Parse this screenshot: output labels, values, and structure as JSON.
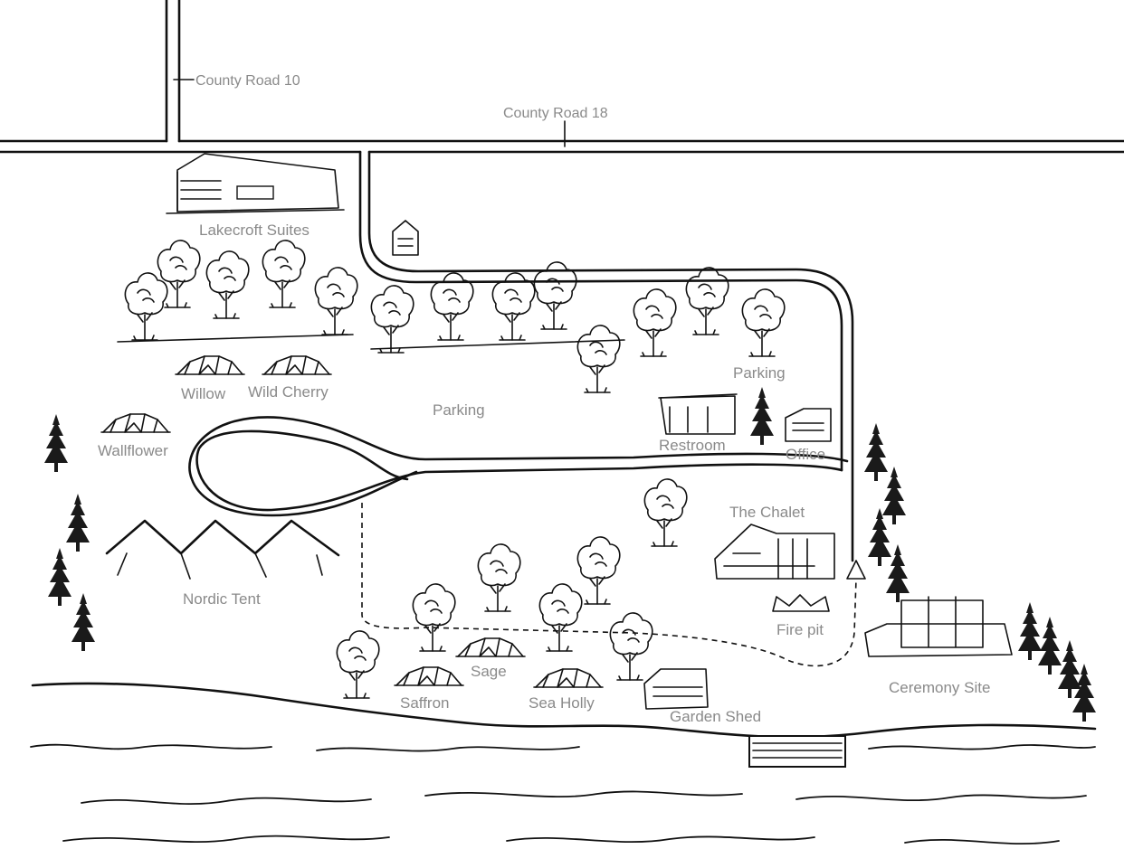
{
  "map": {
    "roads": {
      "county_road_10": "County Road 10",
      "county_road_18": "County Road 18"
    },
    "places": {
      "lakecroft_suites": "Lakecroft Suites",
      "willow": "Willow",
      "wild_cherry": "Wild Cherry",
      "parking_center": "Parking",
      "parking_right": "Parking",
      "wallflower": "Wallflower",
      "restroom": "Restroom",
      "office": "Office",
      "the_chalet": "The Chalet",
      "nordic_tent": "Nordic Tent",
      "fire_pit": "Fire pit",
      "sage": "Sage",
      "saffron": "Saffron",
      "sea_holly": "Sea Holly",
      "garden_shed": "Garden Shed",
      "ceremony_site": "Ceremony Site"
    }
  }
}
